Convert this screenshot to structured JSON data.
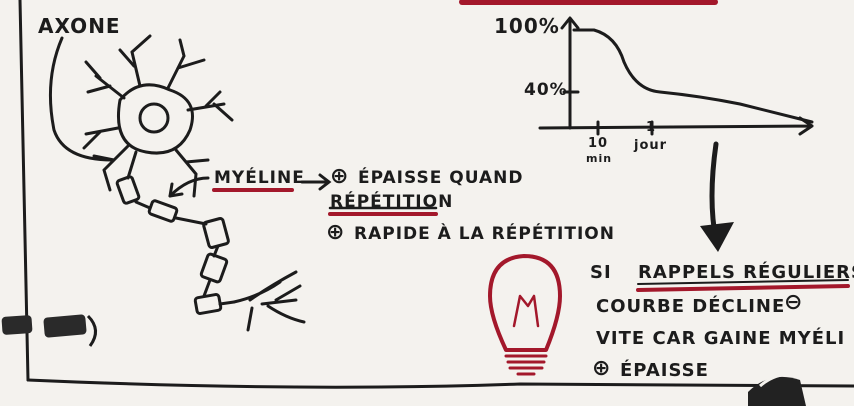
{
  "labels": {
    "axone": "AXONE",
    "myeline": "MYÉLINE",
    "line1": "ÉPAISSE QUAND",
    "line2": "RÉPÉTITION",
    "line3": "RAPIDE À LA RÉPÉTITION",
    "plus1": "⊕",
    "plus2": "⊕",
    "plus3": "⊕",
    "minus": "⊖",
    "si": "SI",
    "rappels": "RAPPELS RÉGULIERS",
    "courbe": "COURBE DÉCLINE",
    "vite": "VITE CAR GAINE MYÉLI",
    "epaisse": "ÉPAISSE"
  },
  "colors": {
    "ink": "#1c1c1c",
    "accent": "#a3182b",
    "paper": "#f4f2ee"
  },
  "chart_data": {
    "type": "line",
    "title": "",
    "ylabel": "",
    "xlabel": "",
    "y_tick_labels": [
      "100%",
      "40%"
    ],
    "x_tick_labels": [
      [
        "10",
        "min"
      ],
      [
        "1",
        "jour"
      ]
    ],
    "note": "forgetting curve: starts at 100%, drops to ~40% by 1 day, then slowly declines"
  },
  "icons": [
    "lightbulb-icon",
    "neuron-drawing",
    "arrow-icon"
  ]
}
